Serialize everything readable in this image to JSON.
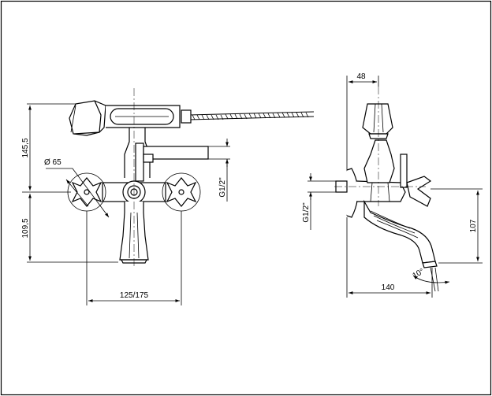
{
  "colors": {
    "line": "#000000",
    "background": "#ffffff"
  },
  "front_view": {
    "dims": {
      "upper_height": "145,5",
      "lower_height": "109,5",
      "handle_diameter": "Ø 65",
      "thread": "G1/2\"",
      "width": "125/175"
    }
  },
  "side_view": {
    "dims": {
      "top_width": "48",
      "thread": "G1/2\"",
      "height": "107",
      "depth": "140",
      "angle": "10°"
    }
  }
}
